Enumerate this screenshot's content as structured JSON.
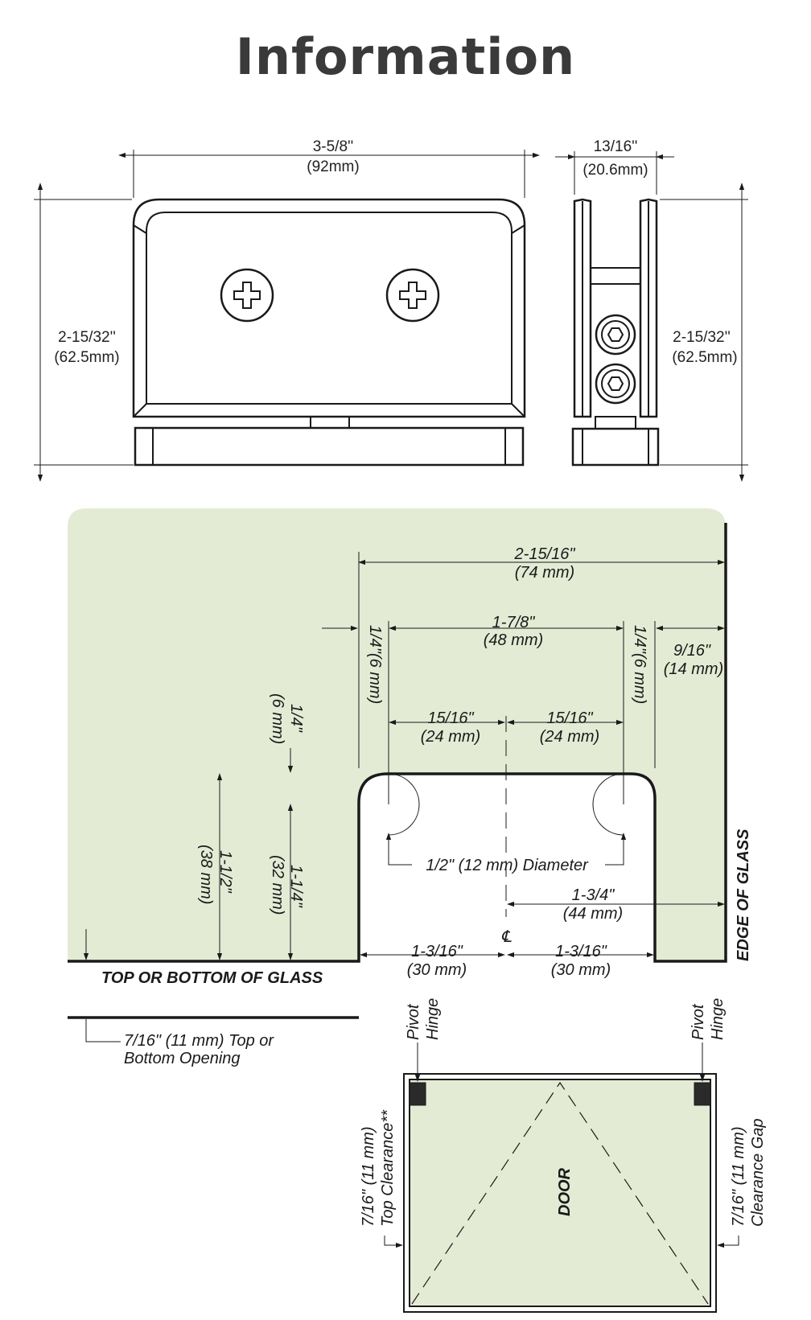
{
  "title": "Information",
  "colors": {
    "glass_fill": "#e4ebd5",
    "line": "#1a1a1a",
    "title": "#3a3a3a"
  },
  "clamp_front": {
    "width_imperial": "3-5/8''",
    "width_metric": "(92mm)",
    "height_imperial": "2-15/32''",
    "height_metric": "(62.5mm)"
  },
  "clamp_side": {
    "width_imperial": "13/16''",
    "width_metric": "(20.6mm)",
    "height_imperial": "2-15/32''",
    "height_metric": "(62.5mm)"
  },
  "notch": {
    "overall_imperial": "2-15/16\"",
    "overall_metric": "(74 mm)",
    "hole_spacing_imperial": "1-7/8\"",
    "hole_spacing_metric": "(48 mm)",
    "left_offset": "1/4\"(6 mm)",
    "right_offset": "1/4\"(6 mm)",
    "edge_offset_imperial": "9/16\"",
    "edge_offset_metric": "(14 mm)",
    "half_spacing_left_imperial": "15/16\"",
    "half_spacing_left_metric": "(24 mm)",
    "half_spacing_right_imperial": "15/16\"",
    "half_spacing_right_metric": "(24 mm)",
    "top_offset_imperial": "1/4\"",
    "top_offset_metric": "(6 mm)",
    "depth_outer_imperial": "1-1/2\"",
    "depth_outer_metric": "(38 mm)",
    "depth_inner_imperial": "1-1/4\"",
    "depth_inner_metric": "(32 mm)",
    "hole_diameter": "1/2\" (12 mm) Diameter",
    "center_to_edge_imperial": "1-3/4\"",
    "center_to_edge_metric": "(44 mm)",
    "centerline_symbol": "℄",
    "half_width_left_imperial": "1-3/16\"",
    "half_width_left_metric": "(30 mm)",
    "half_width_right_imperial": "1-3/16\"",
    "half_width_right_metric": "(30 mm)",
    "top_bottom_label": "TOP OR BOTTOM OF GLASS",
    "edge_label": "EDGE OF GLASS",
    "opening_line1": "7/16\" (11 mm) Top or",
    "opening_line2": "Bottom Opening"
  },
  "door": {
    "label": "DOOR",
    "pivot_word": "Pivot",
    "hinge_word": "Hinge",
    "top_clearance_line1": "7/16\" (11 mm)",
    "top_clearance_line2": "Top Clearance**",
    "gap_line1": "7/16\" (11 mm)",
    "gap_line2": "Clearance Gap"
  }
}
